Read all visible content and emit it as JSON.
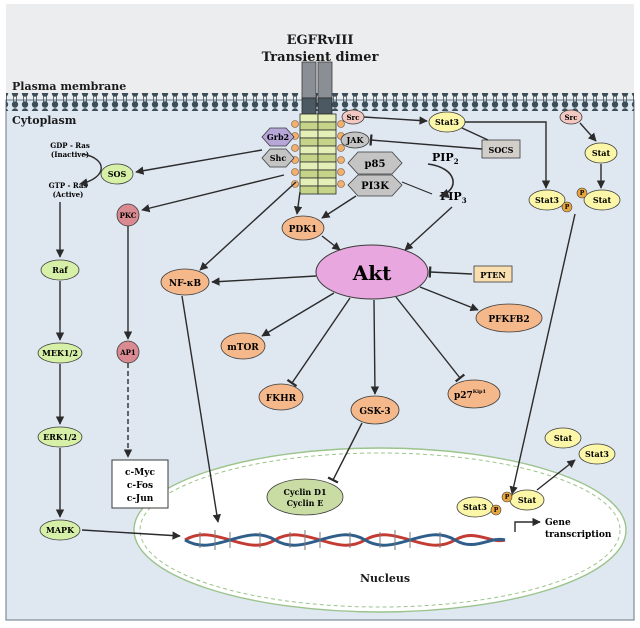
{
  "header": {
    "line1": "EGFRvIII",
    "line2": "Transient dimer"
  },
  "regions": {
    "membrane": "Plasma membrane",
    "cytoplasm": "Cytoplasm",
    "nucleus": "Nucleus"
  },
  "ras": {
    "inactive": [
      "GDP - Ras",
      "(Inactive)"
    ],
    "active": [
      "GTP - Ras",
      "(Active)"
    ]
  },
  "mapk_pathway": {
    "sos": "SOS",
    "raf": "Raf",
    "mek": "MEK1/2",
    "erk": "ERK1/2",
    "mapk": "MAPK"
  },
  "adaptors": {
    "grb2": "Grb2",
    "shc": "Shc",
    "src": "Src",
    "jak": "JAK"
  },
  "pkc_branch": {
    "pkc": "PKC",
    "ap1": "AP1",
    "targets": [
      "c-Myc",
      "c-Fos",
      "c-Jun"
    ]
  },
  "pi3k": {
    "p85": "p85",
    "pi3k": "PI3K",
    "pip2": "PIP",
    "pip2_sub": "2",
    "pip3": "PIP",
    "pip3_sub": "3",
    "pdk1": "PDK1"
  },
  "akt": {
    "center": "Akt",
    "nfkb": "NF-κB",
    "pten": "PTEN",
    "pfkfb2": "PFKFB2",
    "mtor": "mTOR",
    "fkhr": "FKHR",
    "gsk3": "GSK-3",
    "p27": "p27",
    "p27_sup": "Kip1",
    "cyclins": [
      "Cyclin D1",
      "Cyclin E"
    ]
  },
  "stat": {
    "stat3": "Stat3",
    "socs": "SOCS",
    "src_right": "Src",
    "stat": "Stat",
    "p": "P",
    "gene_transcription": [
      "Gene",
      "transcription"
    ]
  },
  "colors": {
    "background": "#dfe7f1",
    "top_band": "#ecedee",
    "green_node": "#d6f0a8",
    "orange_node": "#f5b88a",
    "pink_node": "#e9a7e0",
    "red_node": "#d98b91",
    "yellow_node": "#fbf6a8",
    "gray_box": "#d2cfca",
    "p_circle": "#e8a640"
  }
}
